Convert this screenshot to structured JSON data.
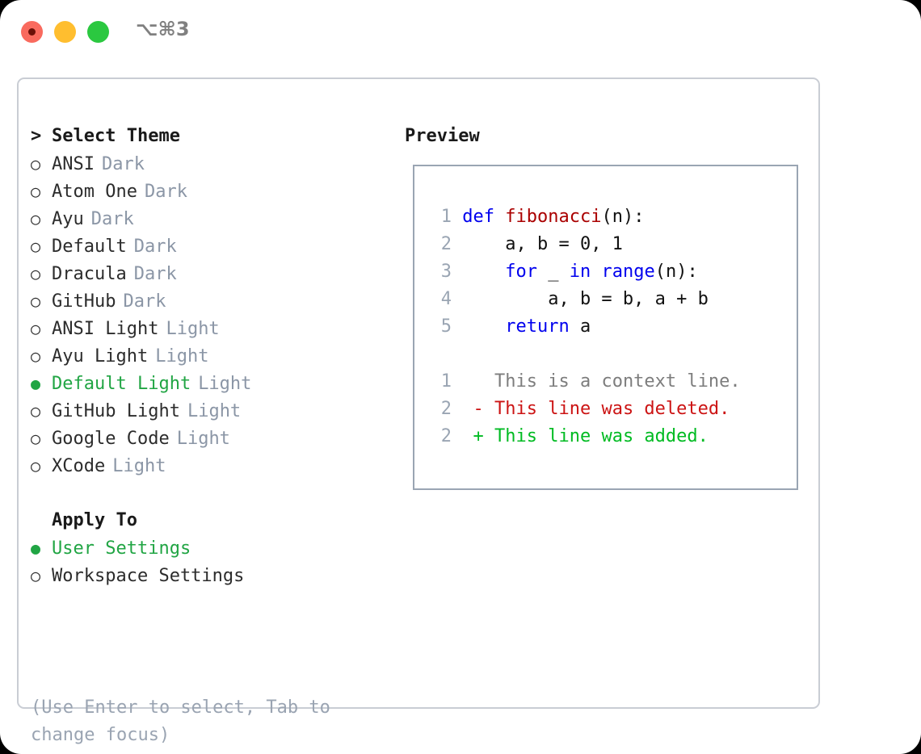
{
  "titlebar": {
    "shortcut": "⌥⌘3",
    "buttons": [
      {
        "name": "close",
        "color": "#f96a5e"
      },
      {
        "name": "minimize",
        "color": "#ffbe2f"
      },
      {
        "name": "maximize",
        "color": "#2bc840"
      }
    ]
  },
  "accent_color": "#21a544",
  "theme_section": {
    "header": "Select Theme",
    "caret": ">",
    "bullet_empty": "○",
    "bullet_filled": "●",
    "items": [
      {
        "name": "ANSI",
        "variant": "Dark",
        "selected": false
      },
      {
        "name": "Atom One",
        "variant": "Dark",
        "selected": false
      },
      {
        "name": "Ayu",
        "variant": "Dark",
        "selected": false
      },
      {
        "name": "Default",
        "variant": "Dark",
        "selected": false
      },
      {
        "name": "Dracula",
        "variant": "Dark",
        "selected": false
      },
      {
        "name": "GitHub",
        "variant": "Dark",
        "selected": false
      },
      {
        "name": "ANSI Light",
        "variant": "Light",
        "selected": false
      },
      {
        "name": "Ayu Light",
        "variant": "Light",
        "selected": false
      },
      {
        "name": "Default Light",
        "variant": "Light",
        "selected": true
      },
      {
        "name": "GitHub Light",
        "variant": "Light",
        "selected": false
      },
      {
        "name": "Google Code",
        "variant": "Light",
        "selected": false
      },
      {
        "name": "XCode",
        "variant": "Light",
        "selected": false
      }
    ]
  },
  "apply_section": {
    "header": "Apply To",
    "items": [
      {
        "name": "User Settings",
        "selected": true
      },
      {
        "name": "Workspace Settings",
        "selected": false
      }
    ]
  },
  "hint": "(Use Enter to select, Tab to change focus)",
  "preview": {
    "title": "Preview",
    "code_lines": [
      {
        "number": "1",
        "tokens": [
          {
            "text": "def ",
            "style": "kw"
          },
          {
            "text": "fibonacci",
            "style": "fn"
          },
          {
            "text": "(n):",
            "style": "plain"
          }
        ]
      },
      {
        "number": "2",
        "tokens": [
          {
            "text": "    a, b = 0, 1",
            "style": "plain"
          }
        ]
      },
      {
        "number": "3",
        "tokens": [
          {
            "text": "    ",
            "style": "plain"
          },
          {
            "text": "for",
            "style": "kw"
          },
          {
            "text": " _ ",
            "style": "plain"
          },
          {
            "text": "in",
            "style": "kw"
          },
          {
            "text": " ",
            "style": "plain"
          },
          {
            "text": "range",
            "style": "kw"
          },
          {
            "text": "(n):",
            "style": "plain"
          }
        ]
      },
      {
        "number": "4",
        "tokens": [
          {
            "text": "        a, b = b, a + b",
            "style": "plain"
          }
        ]
      },
      {
        "number": "5",
        "tokens": [
          {
            "text": "    ",
            "style": "plain"
          },
          {
            "text": "return",
            "style": "kw"
          },
          {
            "text": " a",
            "style": "plain"
          }
        ]
      }
    ],
    "diff_lines": [
      {
        "number": "1",
        "marker": " ",
        "text": "This is a context line.",
        "style": "ctx"
      },
      {
        "number": "2",
        "marker": "-",
        "text": "This line was deleted.",
        "style": "del"
      },
      {
        "number": "2",
        "marker": "+",
        "text": "This line was added.",
        "style": "add"
      }
    ]
  }
}
